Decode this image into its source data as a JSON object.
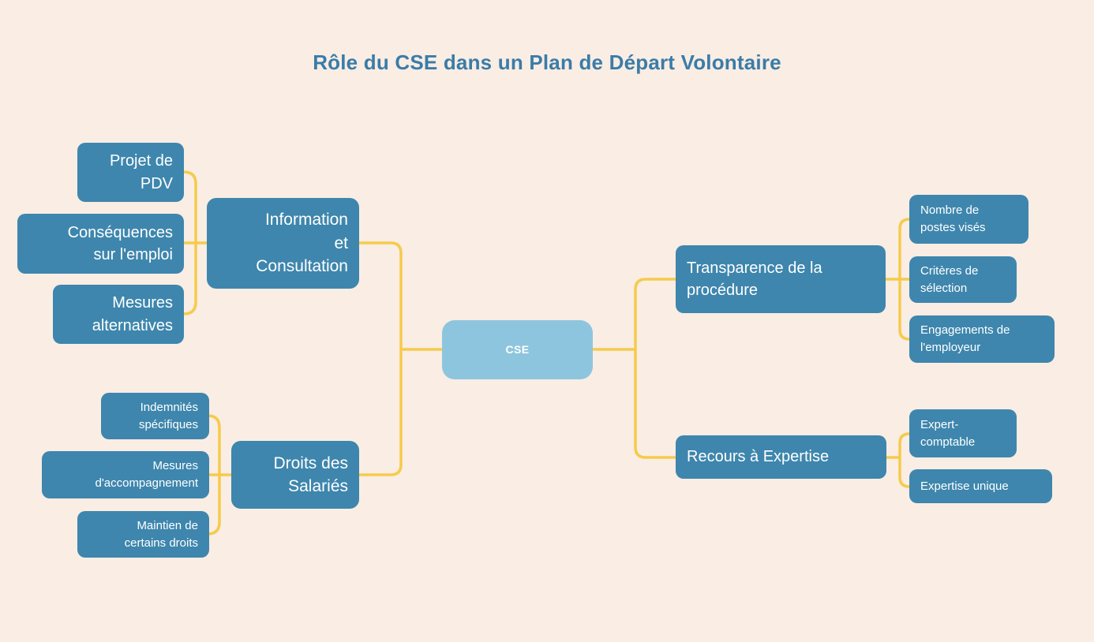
{
  "title": "Rôle du CSE dans un Plan de Départ Volontaire",
  "colors": {
    "background": "#F9EDE4",
    "node_fill": "#3E86AD",
    "root_fill": "#8EC5DE",
    "connector": "#F6CB4B",
    "title_text": "#3A7CA8",
    "node_text": "#FFFFFF"
  },
  "nodes": {
    "cse": {
      "label": "CSE"
    },
    "information": {
      "label": "Information\net\nConsultation",
      "parent": "cse"
    },
    "projet_pdv": {
      "label": "Projet de\nPDV",
      "parent": "information"
    },
    "consequences": {
      "label": "Conséquences\nsur l'emploi",
      "parent": "information"
    },
    "mesures_alternatives": {
      "label": "Mesures\nalternatives",
      "parent": "information"
    },
    "droits_salaries": {
      "label": "Droits des\nSalariés",
      "parent": "cse"
    },
    "indemnites": {
      "label": "Indemnités\nspécifiques",
      "parent": "droits_salaries"
    },
    "mesures_accompagnement": {
      "label": "Mesures\nd'accompagnement",
      "parent": "droits_salaries"
    },
    "maintien_droits": {
      "label": "Maintien de\ncertains droits",
      "parent": "droits_salaries"
    },
    "transparence": {
      "label": "Transparence de la\nprocédure",
      "parent": "cse"
    },
    "nombre_postes": {
      "label": "Nombre de\npostes visés",
      "parent": "transparence"
    },
    "criteres_selection": {
      "label": "Critères de\nsélection",
      "parent": "transparence"
    },
    "engagements_employeur": {
      "label": "Engagements de\nl'employeur",
      "parent": "transparence"
    },
    "recours_expertise": {
      "label": "Recours à Expertise",
      "parent": "cse"
    },
    "expert_comptable": {
      "label": "Expert-\ncomptable",
      "parent": "recours_expertise"
    },
    "expertise_unique": {
      "label": "Expertise unique",
      "parent": "recours_expertise"
    }
  }
}
